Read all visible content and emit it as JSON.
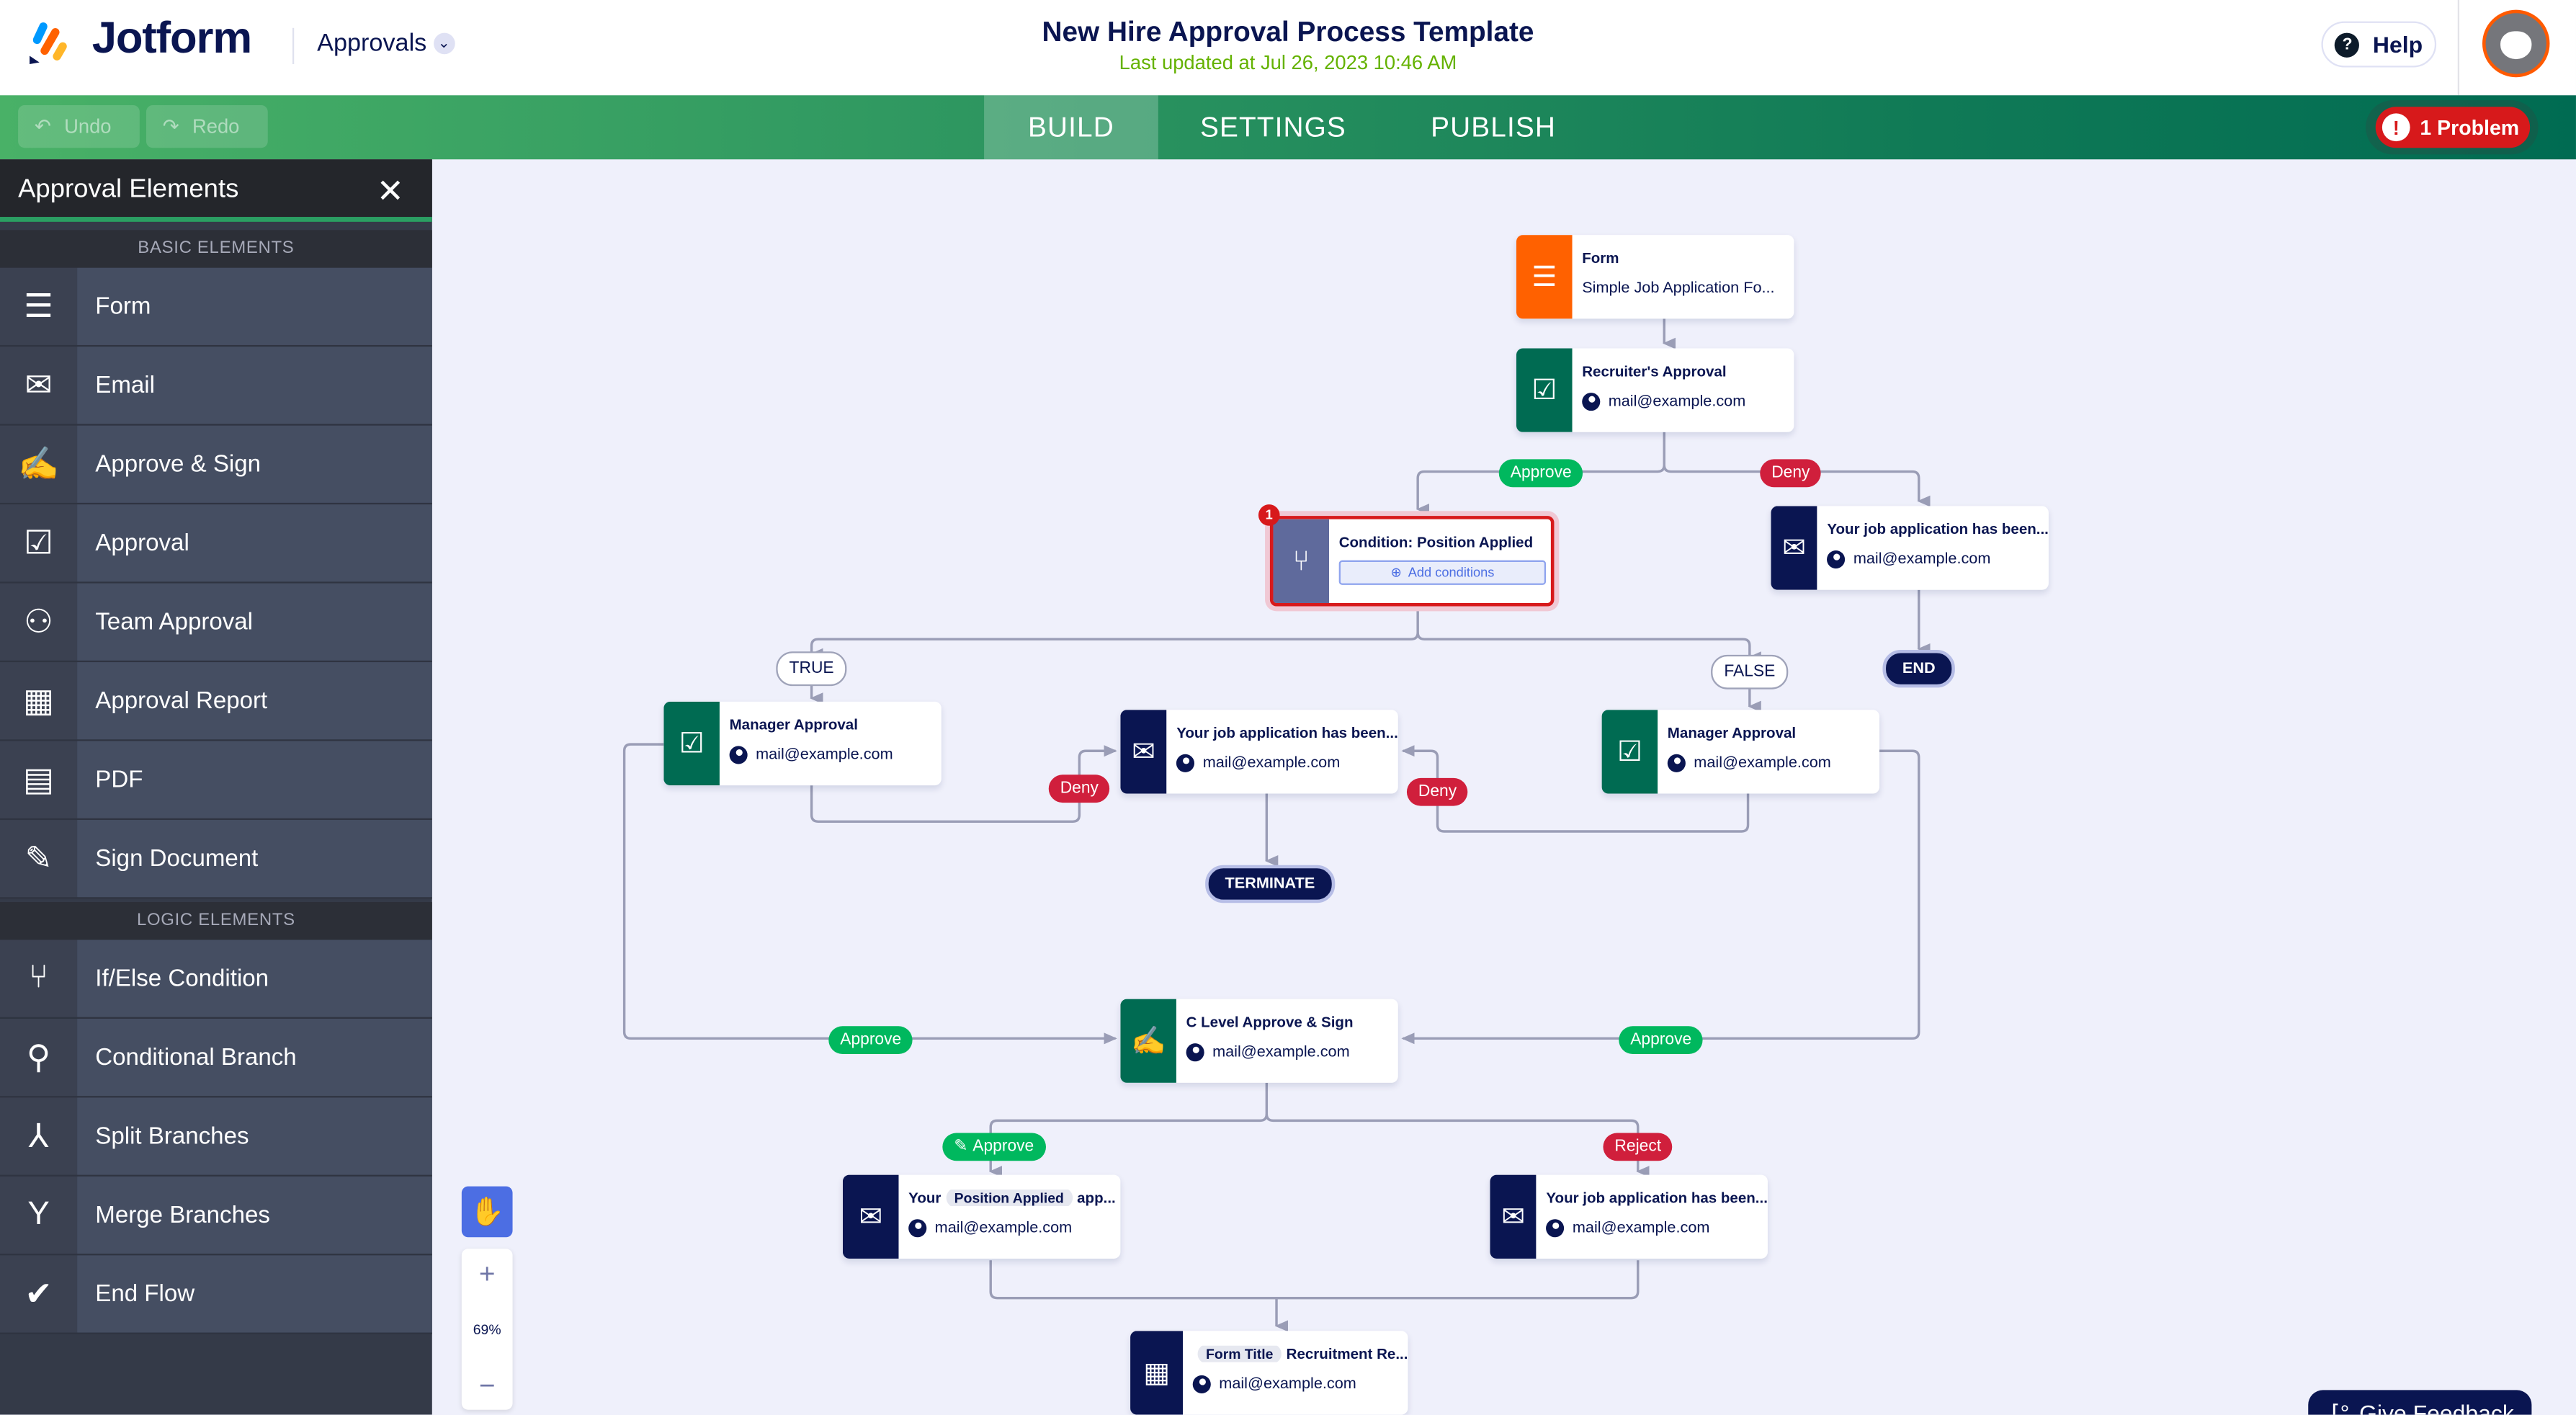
{
  "header": {
    "brand": "Jotform",
    "app_switcher": "Approvals",
    "title": "New Hire Approval Process Template",
    "last_updated": "Last updated at Jul 26, 2023 10:46 AM",
    "help_label": "Help"
  },
  "toolbar": {
    "undo_label": "Undo",
    "redo_label": "Redo",
    "tabs": [
      {
        "label": "BUILD",
        "active": true
      },
      {
        "label": "SETTINGS",
        "active": false
      },
      {
        "label": "PUBLISH",
        "active": false
      }
    ],
    "problem_label": "1 Problem"
  },
  "sidebar": {
    "title": "Approval Elements",
    "basic_header": "BASIC ELEMENTS",
    "basic_items": [
      {
        "label": "Form",
        "icon": "form-icon"
      },
      {
        "label": "Email",
        "icon": "email-icon"
      },
      {
        "label": "Approve & Sign",
        "icon": "approve-sign-icon"
      },
      {
        "label": "Approval",
        "icon": "approval-icon"
      },
      {
        "label": "Team Approval",
        "icon": "team-approval-icon"
      },
      {
        "label": "Approval Report",
        "icon": "report-icon"
      },
      {
        "label": "PDF",
        "icon": "pdf-icon"
      },
      {
        "label": "Sign Document",
        "icon": "sign-document-icon"
      }
    ],
    "logic_header": "LOGIC ELEMENTS",
    "logic_items": [
      {
        "label": "If/Else Condition",
        "icon": "if-else-icon"
      },
      {
        "label": "Conditional Branch",
        "icon": "conditional-branch-icon"
      },
      {
        "label": "Split Branches",
        "icon": "split-branches-icon"
      },
      {
        "label": "Merge Branches",
        "icon": "merge-branches-icon"
      },
      {
        "label": "End Flow",
        "icon": "end-flow-icon"
      }
    ]
  },
  "colors": {
    "form": "#ff6100",
    "approval": "#006b52",
    "email": "#0a1551",
    "condition": "#5f6a9c",
    "approve": "#00b85e",
    "deny": "#d01f3c",
    "accent": "#4c6ee3"
  },
  "flow": {
    "nodes": [
      {
        "id": "form",
        "kind": "form",
        "title": "Form",
        "subtitle": "Simple Job Application Fo..."
      },
      {
        "id": "recruiter",
        "kind": "approval",
        "title": "Recruiter's Approval",
        "email": "mail@example.com"
      },
      {
        "id": "condition",
        "kind": "condition",
        "title": "Condition: Position Applied",
        "action": "Add conditions",
        "problems": "1"
      },
      {
        "id": "deny-email",
        "kind": "email",
        "title": "Your job application has been...",
        "email": "mail@example.com"
      },
      {
        "id": "manager-left",
        "kind": "approval",
        "title": "Manager Approval",
        "email": "mail@example.com"
      },
      {
        "id": "mid-email",
        "kind": "email",
        "title": "Your job application has been...",
        "email": "mail@example.com"
      },
      {
        "id": "manager-right",
        "kind": "approval",
        "title": "Manager Approval",
        "email": "mail@example.com"
      },
      {
        "id": "c-level",
        "kind": "approve-sign",
        "title": "C Level Approve & Sign",
        "email": "mail@example.com"
      },
      {
        "id": "approve-email",
        "kind": "email",
        "title_parts": [
          "Your",
          "Position Applied",
          "app..."
        ],
        "email": "mail@example.com"
      },
      {
        "id": "reject-email",
        "kind": "email",
        "title": "Your job application has been...",
        "email": "mail@example.com"
      },
      {
        "id": "report",
        "kind": "report",
        "title_parts": [
          "",
          "Form Title",
          "Recruitment Re..."
        ],
        "email": "mail@example.com"
      }
    ],
    "pills": [
      {
        "label": "Approve",
        "type": "approve"
      },
      {
        "label": "Deny",
        "type": "deny"
      },
      {
        "label": "Deny",
        "type": "deny"
      },
      {
        "label": "Deny",
        "type": "deny"
      },
      {
        "label": "Approve",
        "type": "approve"
      },
      {
        "label": "Approve",
        "type": "approve"
      },
      {
        "label": "Approve",
        "type": "approve",
        "icon": "sign-icon"
      },
      {
        "label": "Reject",
        "type": "deny"
      }
    ],
    "branch_labels": [
      "TRUE",
      "FALSE"
    ],
    "terminals": [
      "END",
      "TERMINATE"
    ]
  },
  "canvas_controls": {
    "zoom_level": "69%",
    "zoom_in": "+",
    "zoom_out": "−"
  },
  "feedback_label": "Give Feedback"
}
